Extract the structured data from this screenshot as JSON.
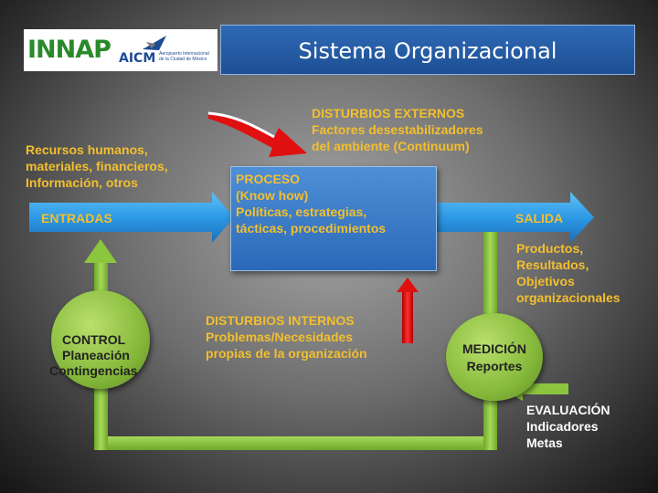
{
  "logos": {
    "innap": "INNAP",
    "aicm": "AICM",
    "aicm_subtitle": "Aeropuerto Internacional de la Ciudad de México"
  },
  "title": "Sistema Organizacional",
  "disturbios_externos": {
    "heading": "DISTURBIOS EXTERNOS",
    "line1": "Factores desestabilizadores",
    "line2": "del ambiente (Continuum)"
  },
  "recursos": {
    "line1": "Recursos humanos,",
    "line2": "materiales, financieros,",
    "line3": "Información, otros"
  },
  "proceso": {
    "line1": "PROCESO",
    "line2": "(Know how)",
    "line3": "Políticas, estrategias,",
    "line4": "tácticas, procedimientos"
  },
  "entradas": "ENTRADAS",
  "salida": "SALIDA",
  "productos": {
    "line1": "Productos,",
    "line2": "Resultados,",
    "line3": "Objetivos",
    "line4": "organizacionales"
  },
  "disturbios_internos": {
    "heading": "DISTURBIOS INTERNOS",
    "line1": "Problemas/Necesidades",
    "line2": "propias de la organización"
  },
  "control": {
    "line1": "CONTROL",
    "line2": "Planeación",
    "line3": "Contingencias"
  },
  "medicion": {
    "line1": "MEDICIÓN",
    "line2": "Reportes"
  },
  "evaluacion": {
    "line1": "EVALUACIÓN",
    "line2": "Indicadores",
    "line3": "Metas"
  },
  "colors": {
    "label_yellow": "#f3bf2e",
    "arrow_blue": "#2e9ae6",
    "arrow_green": "#8cc63f",
    "arrow_red": "#e01010",
    "title_blue": "#2a5ea8"
  }
}
